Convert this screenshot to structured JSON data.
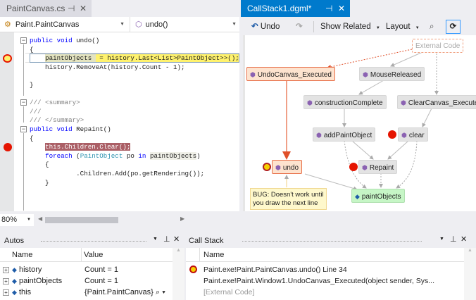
{
  "editor": {
    "tab": "PaintCanvas.cs",
    "class_dropdown": "Paint.PaintCanvas",
    "member_dropdown": "undo()",
    "zoom": "80%",
    "lines": [
      {
        "parts": [
          [
            "kw",
            "public void "
          ],
          [
            "",
            "undo()"
          ]
        ]
      },
      {
        "parts": [
          [
            "",
            "{"
          ]
        ]
      },
      {
        "parts": [
          [
            "",
            "    "
          ],
          [
            "hl1",
            "paintObjects "
          ],
          [
            "hl2",
            " = history.Last<List>PaintObject>>();"
          ]
        ]
      },
      {
        "parts": [
          [
            "",
            "    history.RemoveAt(history.Count - 1);"
          ]
        ]
      },
      {
        "parts": []
      },
      {
        "parts": [
          [
            "",
            "}"
          ]
        ]
      },
      {
        "parts": []
      },
      {
        "parts": [
          [
            "cm",
            "/// <summary>"
          ]
        ]
      },
      {
        "parts": [
          [
            "cm",
            "///"
          ]
        ]
      },
      {
        "parts": [
          [
            "cm",
            "/// </summary>"
          ]
        ]
      },
      {
        "parts": [
          [
            "kw",
            "public void "
          ],
          [
            "",
            "Repaint()"
          ]
        ]
      },
      {
        "parts": [
          [
            "",
            "{"
          ]
        ]
      },
      {
        "parts": [
          [
            "",
            "    "
          ],
          [
            "bp",
            "this.Children.Clear();"
          ]
        ]
      },
      {
        "parts": [
          [
            "",
            "    "
          ],
          [
            "kw",
            "foreach "
          ],
          [
            "",
            "("
          ],
          [
            "ty",
            "PaintObject"
          ],
          [
            "",
            " po "
          ],
          [
            "kw",
            "in "
          ],
          [
            "ref",
            "paintObjects"
          ],
          [
            "",
            ")"
          ]
        ]
      },
      {
        "parts": [
          [
            "",
            "    {"
          ]
        ]
      },
      {
        "parts": [
          [
            "",
            "            .Children.Add(po.getRendering());"
          ]
        ]
      },
      {
        "parts": [
          [
            "",
            "    }"
          ]
        ]
      }
    ]
  },
  "graph": {
    "tab": "CallStack1.dgml*",
    "toolbar": {
      "undo": "Undo",
      "show_related": "Show Related",
      "layout": "Layout"
    },
    "nodes": {
      "external": "External Code",
      "undo_canvas": "UndoCanvas_Executed",
      "mouse": "MouseReleased",
      "construction": "constructionComplete",
      "clear_canvas": "ClearCanvas_Executed",
      "add": "addPaintObject",
      "clear": "clear",
      "repaint": "Repaint",
      "undo": "undo",
      "paint_objects": "paintObjects"
    },
    "note": [
      "BUG: Doesn't work until",
      "you draw the next line"
    ]
  },
  "autos": {
    "title": "Autos",
    "cols": [
      "Name",
      "Value"
    ],
    "rows": [
      {
        "name": "history",
        "value": "Count = 1"
      },
      {
        "name": "paintObjects",
        "value": "Count = 1"
      },
      {
        "name": "this",
        "value": "{Paint.PaintCanvas}"
      }
    ]
  },
  "callstack": {
    "title": "Call Stack",
    "col": "Name",
    "rows": [
      "Paint.exe!Paint.PaintCanvas.undo() Line 34",
      "Paint.exe!Paint.Window1.UndoCanvas_Executed(object sender, Sys...",
      "[External Code]"
    ]
  },
  "colors": {
    "accent": "#007acc",
    "breakpoint": "#e51400",
    "current_line": "#fff26d"
  }
}
